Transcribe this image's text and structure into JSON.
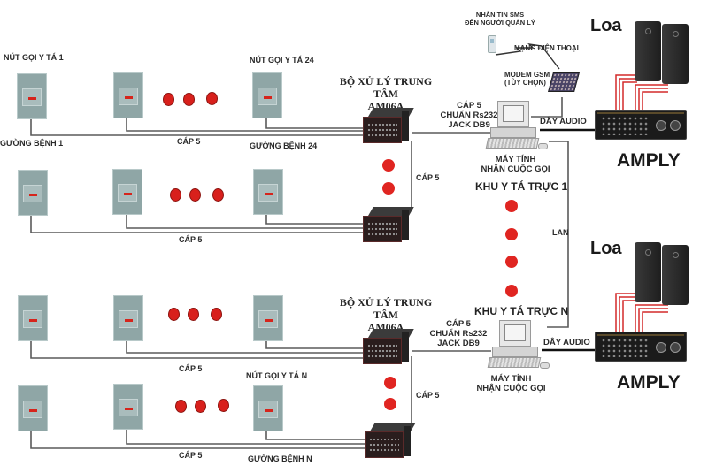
{
  "diagram": {
    "title": "Hệ thống gọi y tá AM06A",
    "colors": {
      "background": "#ffffff",
      "wire": "#555555",
      "audio_wire": "#d42a2a",
      "ellipsis_dot": "#d8201c",
      "call_button": "#8fa6a6",
      "text": "#2a2a2a"
    },
    "groups": [
      {
        "name": "group-1",
        "top_label": "NÚT GỌI Y TÁ 1",
        "top_label_right": "NÚT GỌI Y TÁ 24",
        "bed_label_left": "GƯỜNG BỆNH 1",
        "bed_label_right": "GƯỜNG BỆNH 24",
        "cable_label": "CÁP 5"
      },
      {
        "name": "group-2",
        "cable_label": "CÁP 5"
      },
      {
        "name": "group-3",
        "cable_label": "CÁP 5"
      },
      {
        "name": "group-4",
        "top_label_right": "NÚT GỌI Y TÁ N",
        "bed_label_right": "GƯỜNG BỆNH N",
        "cable_label": "CÁP 5"
      }
    ],
    "processor": {
      "label_line1": "BỘ XỬ LÝ TRUNG TÂM",
      "label_line2": "AM06A",
      "cascade_cable_label": "CÁP 5"
    },
    "pc_link": {
      "line1": "CÁP 5",
      "line2": "CHUẨN Rs232",
      "line3": "JACK DB9"
    },
    "computer": {
      "line1": "MÁY TÍNH",
      "line2": "NHẬN CUỘC GỌI"
    },
    "audio_cable_label": "DÂY AUDIO",
    "amplifier_label": "AMPLY",
    "speaker_label": "Loa",
    "zones": {
      "zone_1": "KHU Y TÁ TRỰC 1",
      "zone_n": "KHU Y TÁ TRỰC N",
      "lan_label": "LAN"
    },
    "sms": {
      "line1": "NHẮN TIN SMS",
      "line2": "ĐẾN NGƯỜI QUẢN LÝ",
      "network_label": "MẠNG ĐIỆN THOẠI",
      "modem_line1": "MODEM GSM",
      "modem_line2": "(TÙY CHỌN)"
    }
  }
}
